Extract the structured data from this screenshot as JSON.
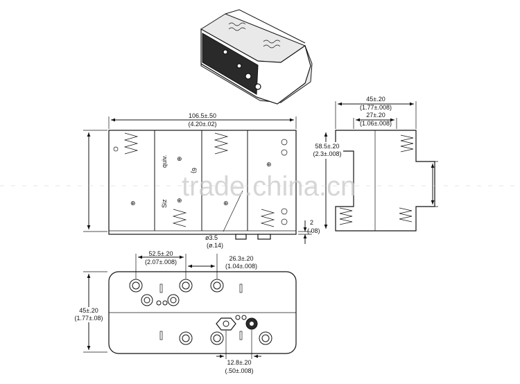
{
  "watermark": "trade.china.cn",
  "top_view": {
    "width_mm": "106.5±.50",
    "width_in": "(4.20±.02)",
    "label_1": "Siz",
    "label_2": "quiv.",
    "label_3": "6)"
  },
  "side_view": {
    "outer_mm": "45±.20",
    "outer_in": "(1.77±.008)",
    "inner_mm": "27±.20",
    "inner_in": "(1.06±.008)",
    "height_mm": "58.5±.20",
    "height_in": "(2.3±.008)"
  },
  "details": {
    "hole_mm": "ø3.5",
    "hole_in": "(ø.14)",
    "step_mm": "2",
    "step_in": "(.08)"
  },
  "bottom_view": {
    "pitch_mm": "52.5±.20",
    "pitch_in": "(2.07±.008)",
    "offset_mm": "26.3±.20",
    "offset_in": "(1.04±.008)",
    "depth_mm": "45±.20",
    "depth_in": "(1.77±.08)",
    "terminal_mm": "12.8±.20",
    "terminal_in": "(.50±.008)"
  },
  "colors": {
    "line": "#111111",
    "watermark": "#c8c8c8",
    "shade": "#e9e9e9"
  }
}
